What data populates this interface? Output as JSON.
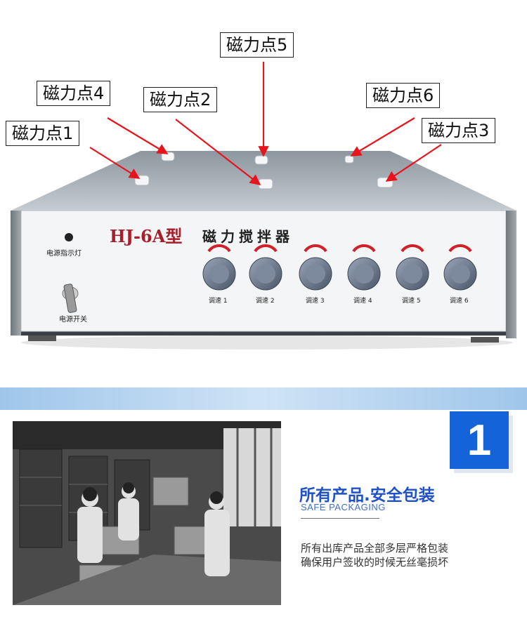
{
  "device": {
    "model": "HJ-6A型",
    "name": "磁力搅拌器",
    "power_indicator_label": "电源指示灯",
    "power_switch_label": "电源开关",
    "knob_labels": [
      "调速 1",
      "调速 2",
      "调速 3",
      "调速 4",
      "调速 5",
      "调速 6"
    ]
  },
  "callouts": {
    "point1": "磁力点1",
    "point2": "磁力点2",
    "point3": "磁力点3",
    "point4": "磁力点4",
    "point5": "磁力点5",
    "point6": "磁力点6"
  },
  "section": {
    "number": "1",
    "title": "所有产品.安全包装",
    "subtitle": "SAFE PACKAGING",
    "description_lines": [
      "所有出库产品全部多层严格包装",
      "确保用户签收的时候无丝毫损坏"
    ]
  },
  "colors": {
    "accent": "#1563d8",
    "title": "#1f52c8",
    "arrow": "#e8141c",
    "model_text": "#a81e2a"
  }
}
